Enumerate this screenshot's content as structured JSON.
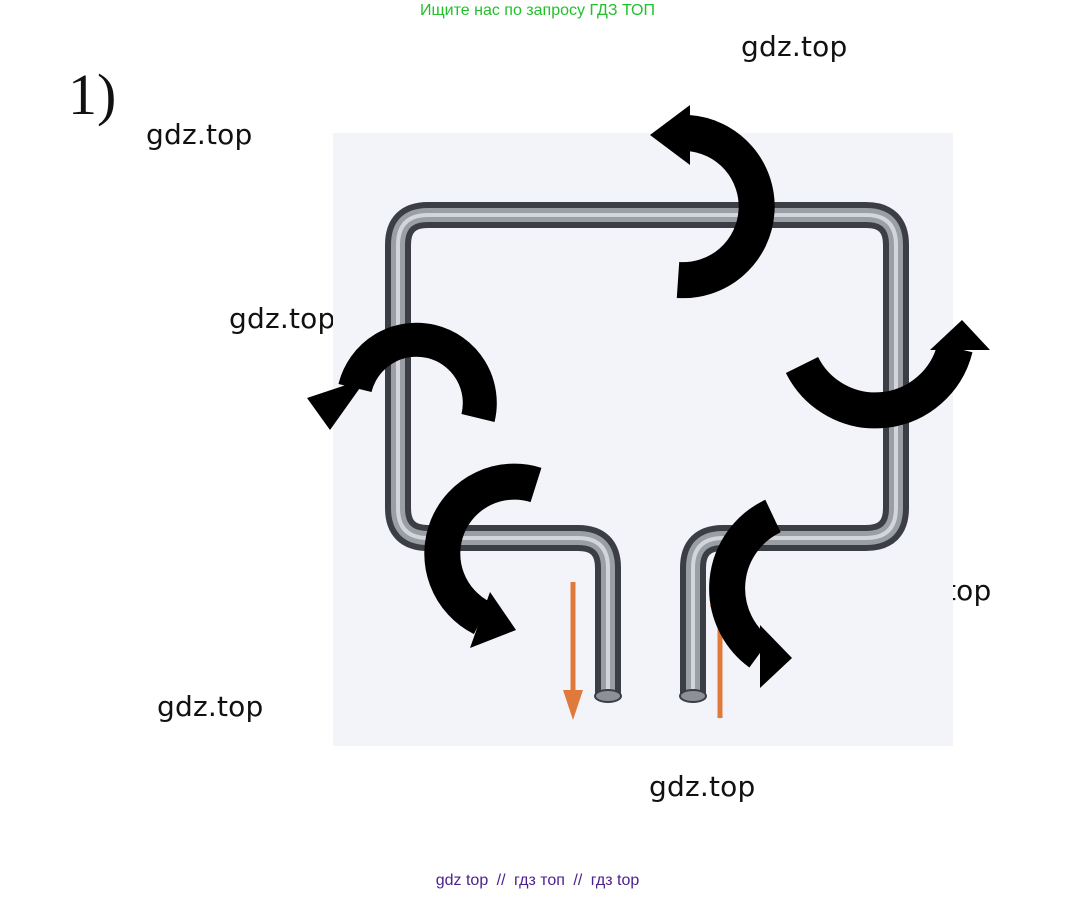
{
  "banner": {
    "text": "Ищите нас по запросу ГДЗ ТОП"
  },
  "problem": {
    "number": "1)"
  },
  "watermarks": [
    "gdz.top",
    "gdz.top",
    "gdz.top",
    "gdz.top",
    "gdz.top",
    "gdz.top"
  ],
  "footer": {
    "links": [
      "gdz top",
      "гдз топ",
      "гдз top"
    ],
    "separator": "//"
  },
  "colors": {
    "banner": "#22c02a",
    "footer": "#4b1f8e",
    "flow_arrows": "#e07a3a",
    "rotation_arrows": "#000000",
    "pipe": "#6f7278"
  },
  "icons": {
    "rotation_arrow": "curved-arrow-icon",
    "flow_arrow": "straight-arrow-icon"
  }
}
